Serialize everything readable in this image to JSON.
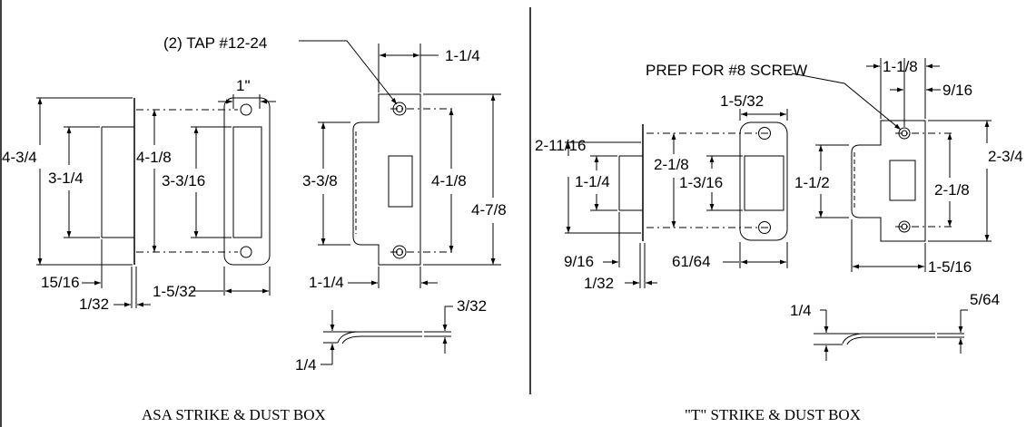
{
  "left_panel": {
    "caption": "ASA STRIKE & DUST BOX",
    "dims": {
      "tap": "(2) TAP #12-24",
      "w_1_1_4_top": "1-1/4",
      "w_1in": "1\"",
      "h_4_3_4": "4-3/4",
      "h_3_1_4": "3-1/4",
      "h_4_1_8_a": "4-1/8",
      "h_3_3_16": "3-3/16",
      "h_3_3_8": "3-3/8",
      "h_4_1_8_b": "4-1/8",
      "h_4_7_8": "4-7/8",
      "w_15_16": "15/16",
      "w_1_32": "1/32",
      "w_1_5_32": "1-5/32",
      "w_1_1_4_bot": "1-1/4",
      "t_3_32": "3/32",
      "t_1_4": "1/4"
    }
  },
  "right_panel": {
    "caption": "\"T\" STRIKE & DUST BOX",
    "dims": {
      "prep": "PREP FOR #8 SCREW",
      "w_1_1_8": "1-1/8",
      "w_9_16_top": "9/16",
      "w_1_5_32": "1-5/32",
      "h_2_11_16": "2-11/16",
      "h_1_1_4": "1-1/4",
      "h_2_1_8_a": "2-1/8",
      "h_1_3_16": "1-3/16",
      "h_1_1_2": "1-1/2",
      "h_2_1_8_b": "2-1/8",
      "h_2_3_4": "2-3/4",
      "w_9_16_bot": "9/16",
      "w_1_32": "1/32",
      "w_61_64": "61/64",
      "w_1_5_16": "1-5/16",
      "t_1_4": "1/4",
      "t_5_64": "5/64"
    }
  }
}
